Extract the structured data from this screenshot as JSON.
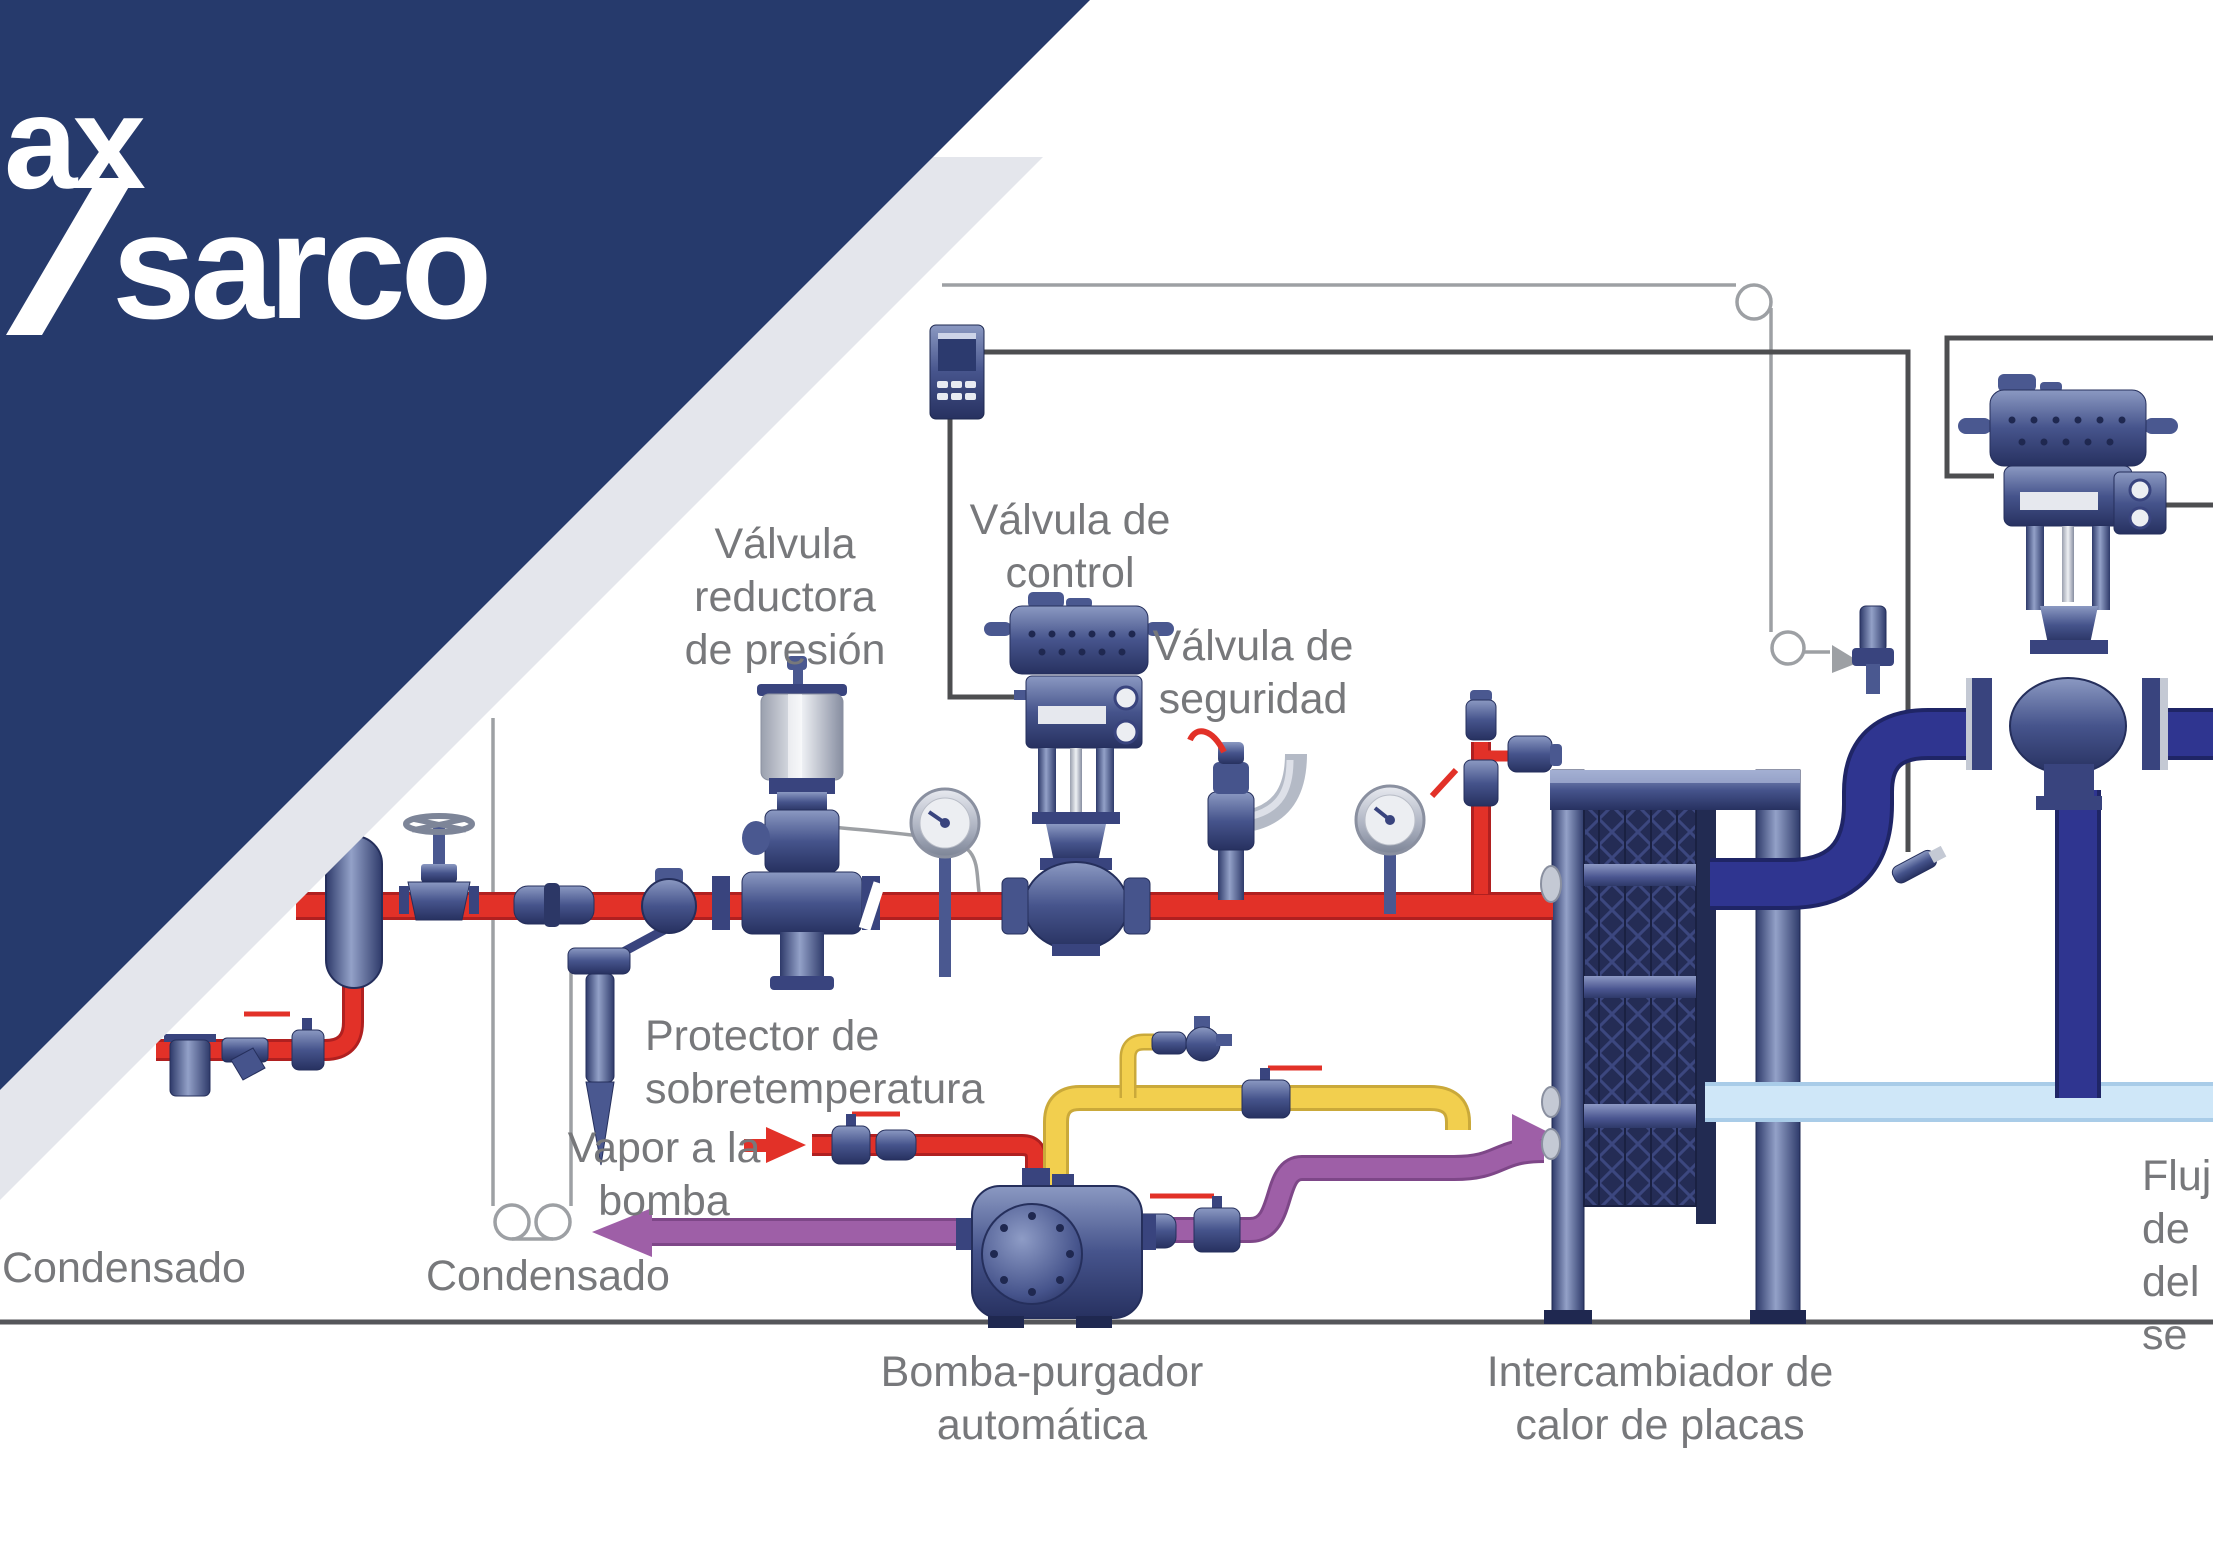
{
  "banner": {
    "logo_line1": "ax",
    "logo_line2": "sarco",
    "navy_color": "#263a6c",
    "band_color": "#e4e6ec"
  },
  "labels": {
    "pressure_reducing_valve": "Válvula\nreductora\nde presión",
    "control_valve": "Válvula de\ncontrol",
    "safety_valve": "Válvula de\nseguridad",
    "overtemperature_protector": "Protector de\nsobretemperatura",
    "steam_to_pump": "Vapor a la\nbomba",
    "condensate_left": "Condensado",
    "condensate_center": "Condensado",
    "pump_trap": "Bomba-purgador\nautomática",
    "heat_exchanger": "Intercambiador de\ncalor de placas",
    "secondary_flow_fragment": "Flujo de\ndel se"
  },
  "colors": {
    "steam_pipe": "#e23128",
    "vent_pipe": "#f2cf4e",
    "condensate_return_pipe": "#9e5fa7",
    "hot_outlet_pipe": "#2f3590",
    "secondary_flow_pipe": "#cfe7f8",
    "equipment_navy": "#3d4c86",
    "signal_line": "#4d4e50",
    "capillary_line": "#9da0a4",
    "label_text": "#77787b"
  }
}
